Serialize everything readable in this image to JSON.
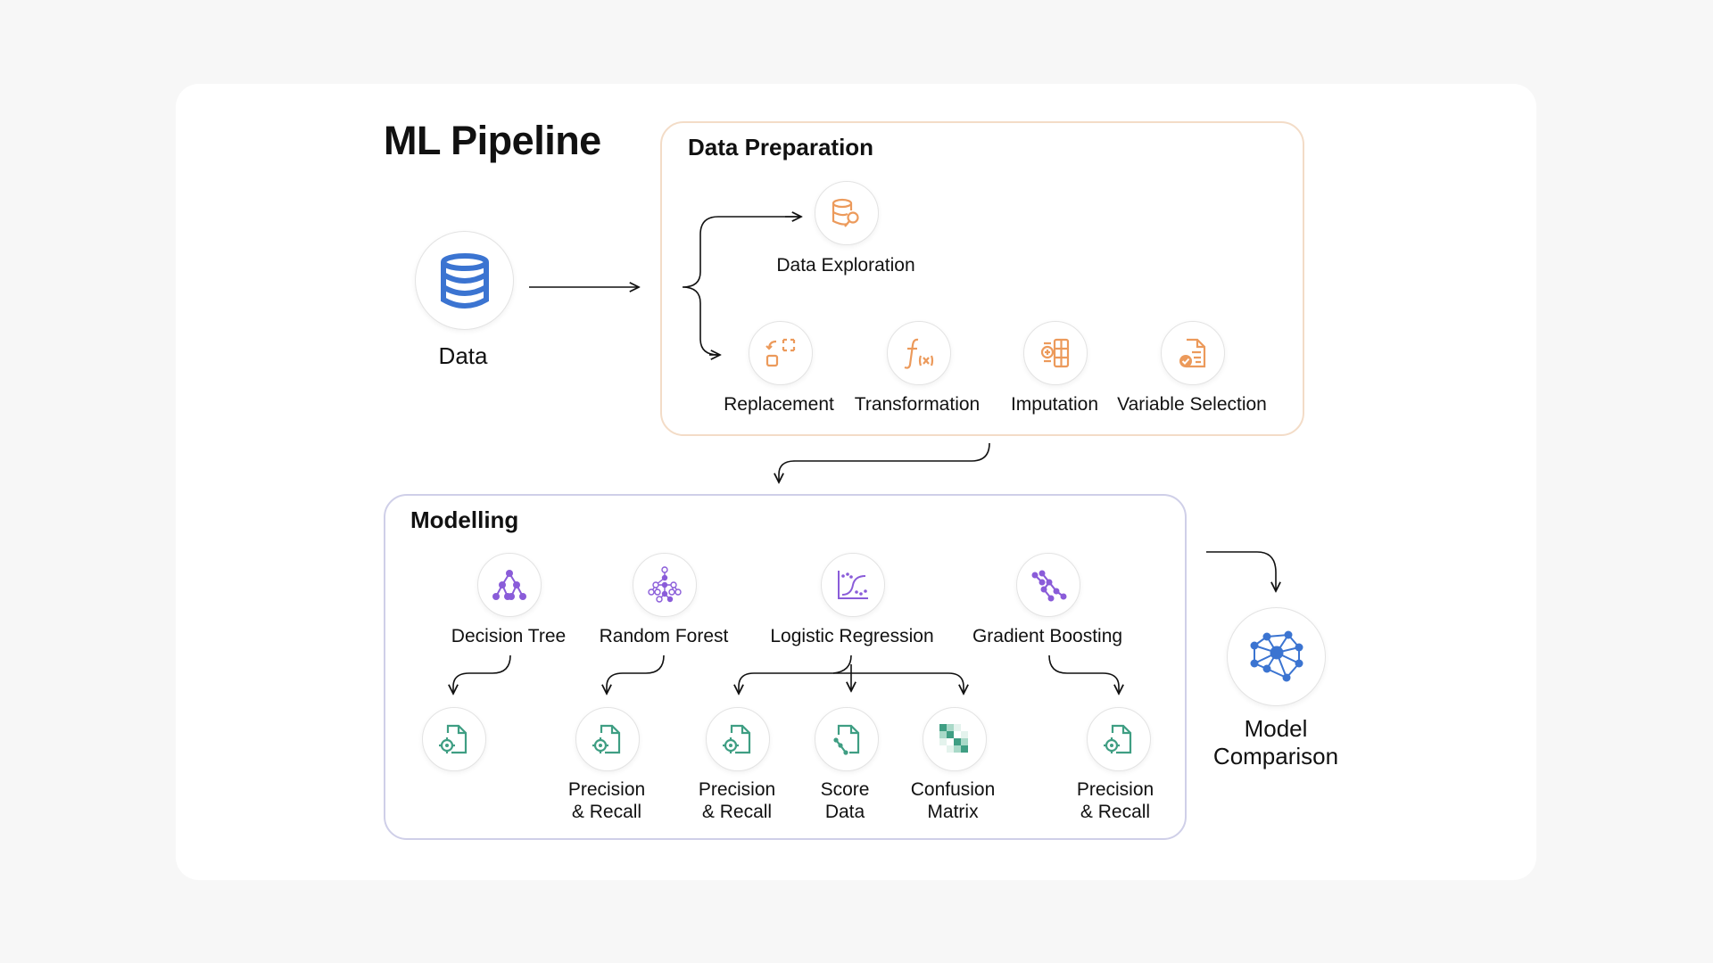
{
  "title": "ML Pipeline",
  "data_node": {
    "label": "Data"
  },
  "data_preparation": {
    "title": "Data Preparation",
    "items": [
      {
        "label": "Data Exploration"
      },
      {
        "label": "Replacement"
      },
      {
        "label": "Transformation"
      },
      {
        "label": "Imputation"
      },
      {
        "label": "Variable Selection"
      }
    ]
  },
  "modelling": {
    "title": "Modelling",
    "models": [
      {
        "label": "Decision Tree"
      },
      {
        "label": "Random Forest"
      },
      {
        "label": "Logistic Regression"
      },
      {
        "label": "Gradient Boosting"
      }
    ],
    "outputs": [
      {
        "line1": "Precision",
        "line2": "& Recall"
      },
      {
        "line1": "Precision",
        "line2": "& Recall"
      },
      {
        "line1": "Score",
        "line2": "Data"
      },
      {
        "line1": "Confusion",
        "line2": "Matrix"
      },
      {
        "line1": "Precision",
        "line2": "& Recall"
      }
    ]
  },
  "model_comparison": {
    "line1": "Model",
    "line2": "Comparison"
  },
  "colors": {
    "data_icon": "#3b74d1",
    "prep_icon": "#ec9a5b",
    "model_icon": "#8a5cd9",
    "output_icon": "#3f9e83",
    "comparison_icon": "#3b74d1",
    "prep_border": "#f3dcc7",
    "model_border": "#cfcfe8"
  },
  "icons": {
    "data": "database-icon",
    "data_exploration": "data-search-icon",
    "replacement": "replace-icon",
    "transformation": "function-icon",
    "imputation": "imputation-icon",
    "variable_selection": "document-check-icon",
    "decision_tree": "decision-tree-icon",
    "random_forest": "random-forest-icon",
    "logistic_regression": "logistic-curve-icon",
    "gradient_boosting": "gradient-boosting-icon",
    "precision_recall": "document-target-icon",
    "score_data": "document-path-icon",
    "confusion_matrix": "matrix-icon",
    "model_comparison": "neural-network-icon"
  }
}
